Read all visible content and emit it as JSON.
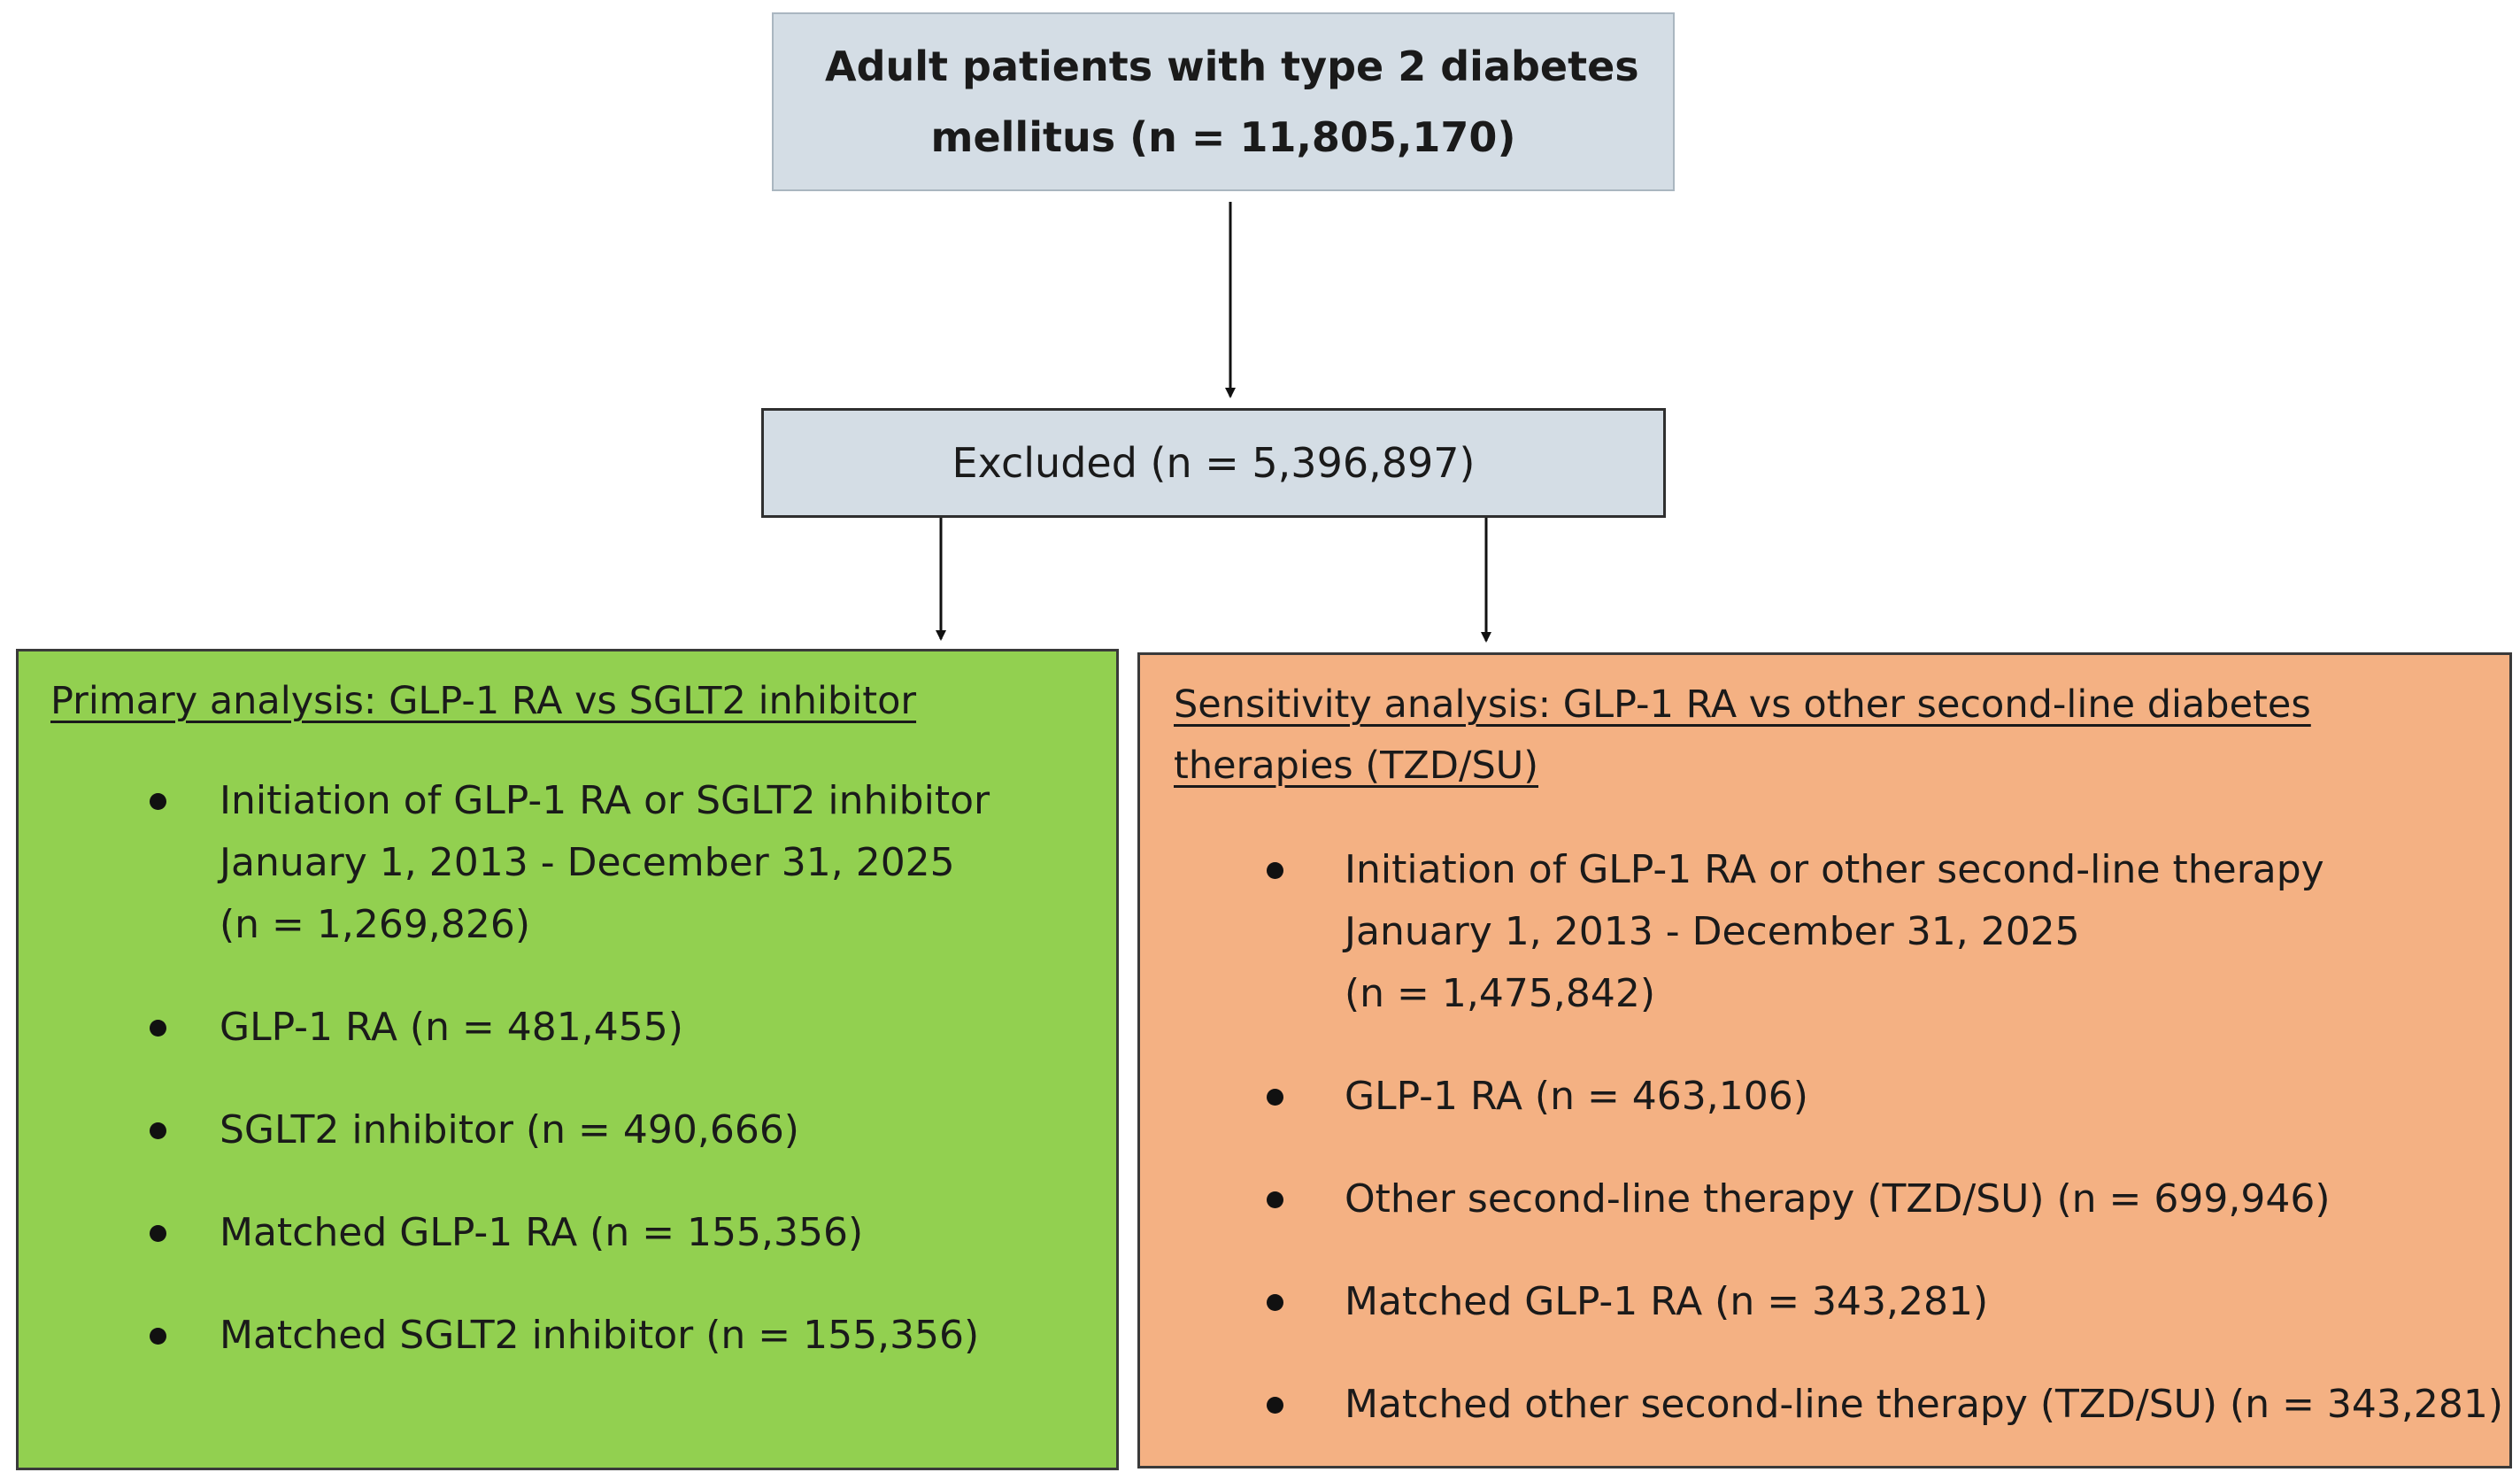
{
  "flowchart": {
    "top_box": {
      "line1": "Adult patients with type 2 diabetes",
      "line2": "mellitus (n = 11,805,170)"
    },
    "excluded_box": {
      "label": "Excluded (n = 5,396,897)"
    },
    "primary": {
      "title": "Primary analysis: GLP-1 RA vs SGLT2 inhibitor",
      "items": [
        {
          "lines": [
            "Initiation of GLP-1 RA or SGLT2 inhibitor",
            "January 1, 2013 - December 31, 2025",
            "(n = 1,269,826)"
          ]
        },
        {
          "lines": [
            "GLP-1 RA (n = 481,455)"
          ]
        },
        {
          "lines": [
            "SGLT2 inhibitor (n = 490,666)"
          ]
        },
        {
          "lines": [
            "Matched GLP-1 RA (n = 155,356)"
          ]
        },
        {
          "lines": [
            "Matched SGLT2 inhibitor (n = 155,356)"
          ]
        }
      ]
    },
    "sensitivity": {
      "title_line1": "Sensitivity analysis: GLP-1 RA vs other second-line diabetes",
      "title_line2": "therapies (TZD/SU)",
      "items": [
        {
          "lines": [
            "Initiation of GLP-1 RA or other second-line therapy",
            "January 1, 2013 - December 31, 2025",
            "(n = 1,475,842)"
          ]
        },
        {
          "lines": [
            "GLP-1 RA (n = 463,106)"
          ]
        },
        {
          "lines": [
            "Other second-line therapy (TZD/SU) (n = 699,946)"
          ]
        },
        {
          "lines": [
            "Matched GLP-1 RA (n = 343,281)"
          ]
        },
        {
          "lines": [
            "Matched other second-line therapy (TZD/SU) (n = 343,281)"
          ]
        }
      ]
    }
  },
  "colors": {
    "gray_box": "#d4dde5",
    "primary_fill": "#92d050",
    "sensitivity_fill": "#f4b183",
    "arrow": "#111111"
  }
}
